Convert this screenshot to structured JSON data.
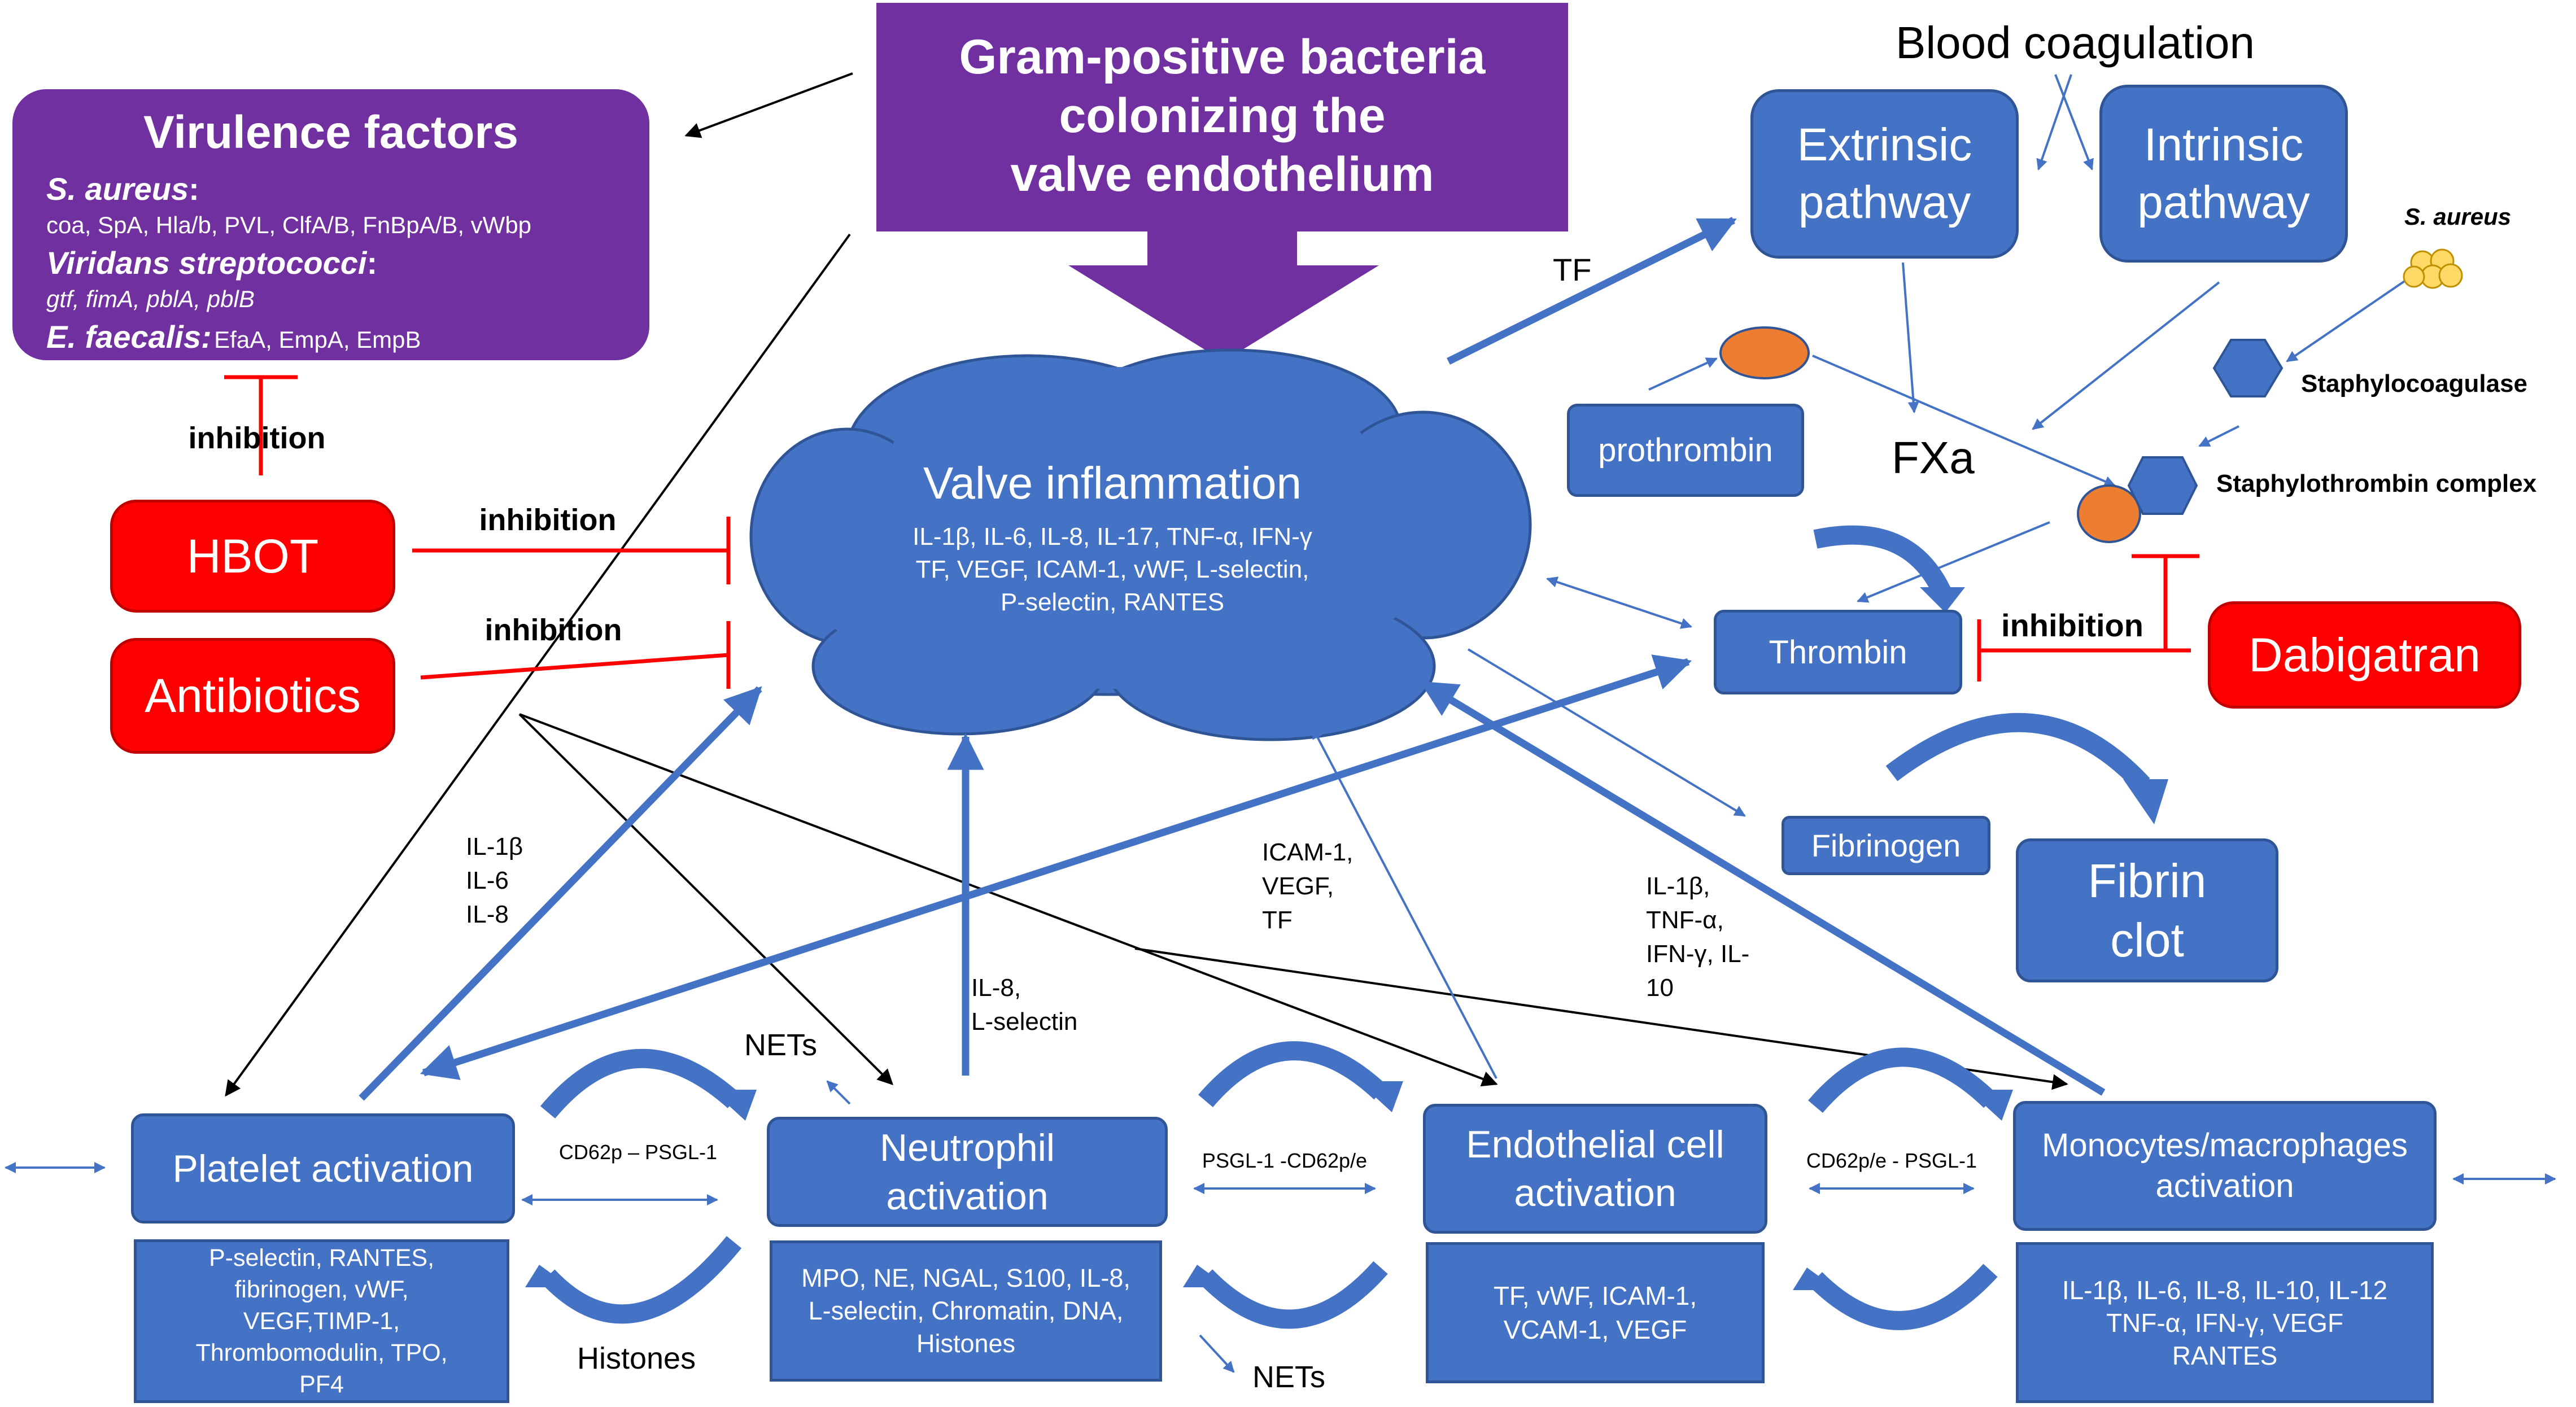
{
  "bacteria": {
    "lines": [
      "Gram-positive bacteria",
      "colonizing the",
      "valve endothelium"
    ]
  },
  "virulence": {
    "title": "Virulence factors",
    "s_aureus_label": "S. aureus",
    "s_aureus_items": "coa, SpA, Hla/b, PVL, ClfA/B, FnBpA/B, vWbp",
    "viridans_label": "Viridans streptococci",
    "viridans_items": "gtf, fimA, pblA, pblB",
    "faecalis_label": "E. faecalis:",
    "faecalis_items": "EfaA, EmpA, EmpB"
  },
  "inhibition_label": "inhibition",
  "hbot": "HBOT",
  "antibiotics": "Antibiotics",
  "dabigatran": "Dabigatran",
  "inflammation": {
    "title": "Valve inflammation",
    "lines": [
      "IL-1β, IL-6, IL-8, IL-17, TNF-α, IFN-γ",
      "TF, VEGF, ICAM-1, vWF, L-selectin,",
      "P-selectin, RANTES"
    ]
  },
  "coagulation": {
    "title": "Blood coagulation",
    "extrinsic": [
      "Extrinsic",
      "pathway"
    ],
    "intrinsic": [
      "Intrinsic",
      "pathway"
    ],
    "tf": "TF",
    "s_aureus": "S. aureus",
    "staphylocoagulase": "Staphylocoagulase",
    "staphylothrombin": "Staphylothrombin complex",
    "prothrombin": "prothrombin",
    "fxa": "FXa",
    "thrombin": "Thrombin",
    "fibrinogen": "Fibrinogen",
    "fibrin_clot": [
      "Fibrin",
      "clot"
    ]
  },
  "edge_labels": {
    "platelet": [
      "IL-1β",
      "IL-6",
      "IL-8"
    ],
    "neutrophil": [
      "IL-8,",
      "L-selectin"
    ],
    "endothelial": [
      "ICAM-1,",
      "VEGF,",
      "TF"
    ],
    "monocyte": [
      "IL-1β,",
      "TNF-α,",
      "IFN-γ, IL-",
      "10"
    ]
  },
  "cells": {
    "platelet": {
      "title": [
        "Platelet activation"
      ],
      "items": [
        "P-selectin, RANTES,",
        "fibrinogen, vWF,",
        "VEGF,TIMP-1,",
        "Thrombomodulin, TPO,",
        "PF4"
      ]
    },
    "neutrophil": {
      "title": [
        "Neutrophil",
        "activation"
      ],
      "items": [
        "MPO, NE, NGAL, S100, IL-8,",
        "L-selectin, Chromatin, DNA,",
        "Histones"
      ]
    },
    "endothelial": {
      "title": [
        "Endothelial cell",
        "activation"
      ],
      "items": [
        "TF, vWF, ICAM-1,",
        "VCAM-1, VEGF"
      ]
    },
    "monocyte": {
      "title": [
        "Monocytes/macrophages",
        "activation"
      ],
      "items": [
        "IL-1β, IL-6, IL-8, IL-10, IL-12",
        "TNF-α, IFN-γ, VEGF",
        "RANTES"
      ]
    }
  },
  "interactions": {
    "cd62p_psgl1": "CD62p – PSGL-1",
    "psgl1_cd62pe": "PSGL-1 -CD62p/e",
    "cd62pe_psgl1": "CD62p/e - PSGL-1",
    "nets": "NETs",
    "histones": "Histones"
  },
  "colors": {
    "blue_fill": "#4472c4",
    "blue_border": "#2f5597",
    "purple": "#7030a0",
    "red": "#ff0000",
    "yellow": "#ffd966"
  }
}
